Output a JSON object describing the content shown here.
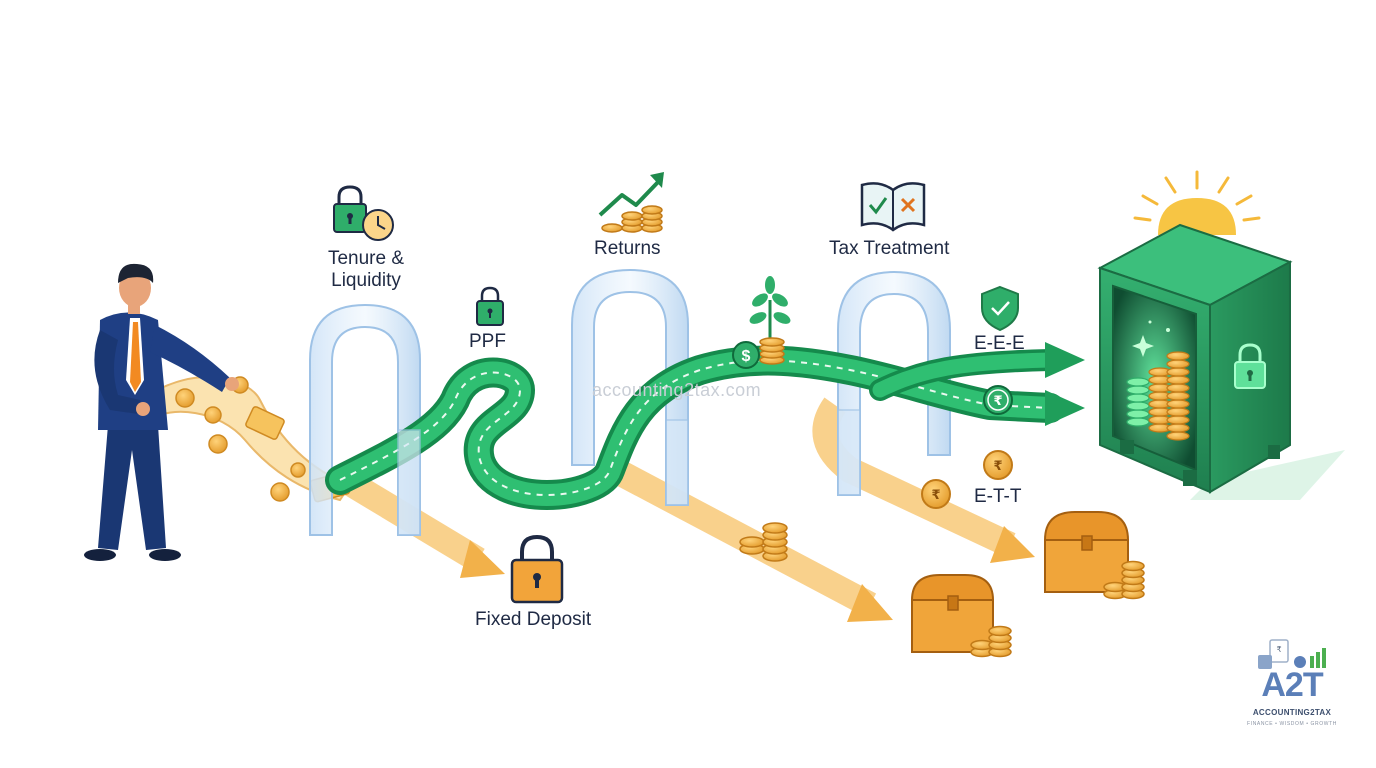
{
  "labels": {
    "tenure_liquidity_line1": "Tenure &",
    "tenure_liquidity_line2": "Liquidity",
    "ppf": "PPF",
    "returns": "Returns",
    "tax_treatment": "Tax Treatment",
    "eee": "E-E-E",
    "ett": "E-T-T",
    "fixed_deposit": "Fixed Deposit"
  },
  "watermark": "accounting2tax.com",
  "logo": {
    "mark": "A2T",
    "name": "ACCOUNTING2TAX",
    "tagline": "FINANCE • WISDOM • GROWTH"
  },
  "colors": {
    "ppf_path": "#23a862",
    "ppf_path_dark": "#158a4c",
    "fd_path": "#f5b54a",
    "fd_path_dark": "#d48a1e",
    "vault": "#2f9a63",
    "suit": "#1f3f84",
    "text": "#1f2a44"
  },
  "icons": [
    "lock-clock-icon",
    "lock-icon",
    "growth-coins-icon",
    "plant-icon",
    "dollar-coin-icon",
    "book-check-cross-icon",
    "shield-check-icon",
    "rupee-coin-icon",
    "padlock-icon",
    "treasure-chest-icon",
    "vault-icon",
    "sun-icon"
  ]
}
